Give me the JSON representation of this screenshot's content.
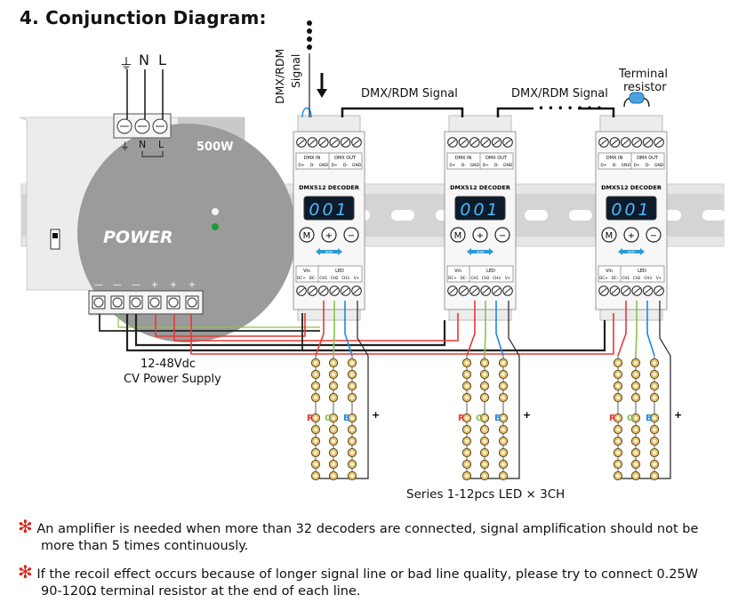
{
  "title": "4.  Conjunction Diagram:",
  "mains": {
    "earth": "⏚",
    "n": "N",
    "l": "L",
    "terminal_n": "N",
    "terminal_l": "L"
  },
  "power_supply": {
    "watt": "500W",
    "brand": "POWER",
    "caption_line1": "12-48Vdc",
    "caption_line2": "CV Power Supply",
    "out_labels": [
      "—",
      "—",
      "—",
      "+",
      "+",
      "+"
    ]
  },
  "signal_in": {
    "line1": "DMX/RDM",
    "line2": "Signal"
  },
  "links": [
    "DMX/RDM Signal",
    "DMX/RDM Signal"
  ],
  "terminal_resistor": {
    "line1": "Terminal",
    "line2": "resistor"
  },
  "decoder": {
    "name": "DMX512 DECODER",
    "display": "001",
    "dmx_in": "DMX IN",
    "dmx_out": "DMX OUT",
    "dmx_pins": [
      "D+",
      "D-",
      "GND",
      "D+",
      "D-",
      "GND"
    ],
    "buttons": [
      "M",
      "+",
      "−"
    ],
    "rdm": "RDM",
    "vin": "Vin",
    "led": "LED",
    "out_pins": [
      "DC+",
      "DC-",
      "CH1",
      "CH2",
      "CH3",
      "V+"
    ]
  },
  "led_strip": {
    "r": "R",
    "g": "G",
    "b": "B",
    "plus": "+",
    "caption": "Series 1-12pcs LED × 3CH"
  },
  "colors": {
    "red": "#e53935",
    "green": "#8bc34a",
    "blue": "#1e88e5",
    "star": "#d9241b",
    "decoder_display": "#4db8ff"
  },
  "notes": [
    {
      "line1": "An amplifier is needed when more than 32 decoders are connected, signal amplification should not be",
      "line2": "more than 5 times continuously."
    },
    {
      "line1": "If the recoil effect occurs because of longer signal line or bad line quality, please try to connect 0.25W",
      "line2": "90-120Ω terminal resistor at the end of each line."
    }
  ]
}
